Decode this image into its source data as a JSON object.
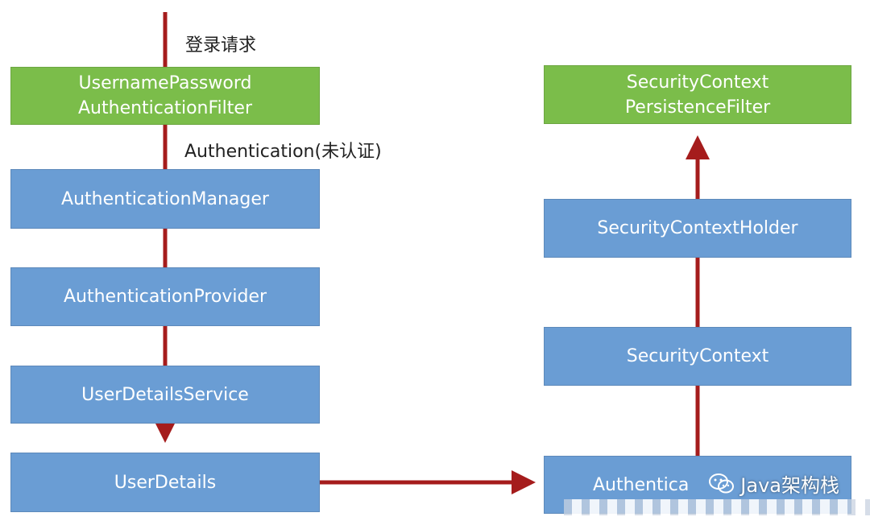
{
  "colors": {
    "green_box": "#7bbd4a",
    "blue_box": "#6a9dd4",
    "arrow": "#a51c1c",
    "box_text": "#ffffff",
    "label_text": "#222222"
  },
  "left_chain": {
    "request_label": "登录请求",
    "filter_line1": "UsernamePassword",
    "filter_line2": "AuthenticationFilter",
    "auth_label": "Authentication(未认证)",
    "manager": "AuthenticationManager",
    "provider": "AuthenticationProvider",
    "user_details_service": "UserDetailsService",
    "user_details": "UserDetails"
  },
  "right_chain": {
    "authentication_partial": "Authentica",
    "security_context": "SecurityContext",
    "holder": "SecurityContextHolder",
    "persistence_line1": "SecurityContext",
    "persistence_line2": "PersistenceFilter"
  },
  "watermark": {
    "icon": "wechat-icon",
    "text": "Java架构栈"
  }
}
